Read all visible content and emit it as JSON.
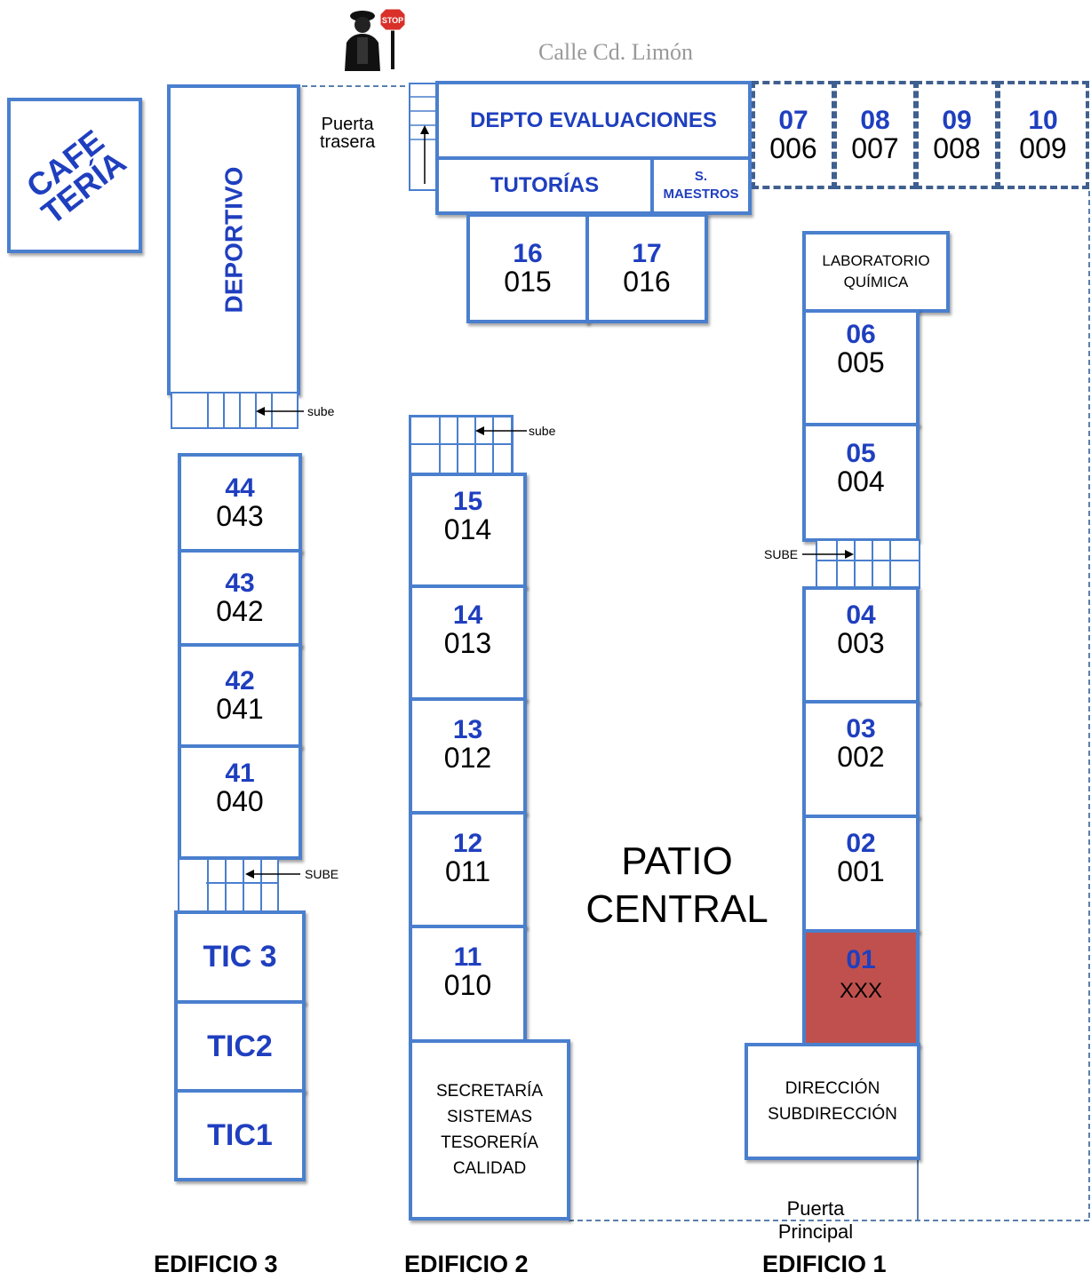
{
  "street": "Calle  Cd. Limón",
  "cafeteria": [
    "CAFE",
    "TERÍA"
  ],
  "deportivo": "DEPORTIVO",
  "back_door": [
    "Puerta",
    "trasera"
  ],
  "depto_evaluaciones": "DEPTO EVALUACIONES",
  "tutorias": "TUTORÍAS",
  "s_maestros": [
    "S.",
    "MAESTROS"
  ],
  "top_rooms": [
    {
      "num": "07",
      "code": "006"
    },
    {
      "num": "08",
      "code": "007"
    },
    {
      "num": "09",
      "code": "008"
    },
    {
      "num": "10",
      "code": "009"
    }
  ],
  "rooms_16_17": [
    {
      "num": "16",
      "code": "015"
    },
    {
      "num": "17",
      "code": "016"
    }
  ],
  "lab": [
    "LABORATORIO",
    "QUÍMICA"
  ],
  "edificio1_rooms": [
    {
      "num": "06",
      "code": "005"
    },
    {
      "num": "05",
      "code": "004"
    },
    {
      "num": "04",
      "code": "003"
    },
    {
      "num": "03",
      "code": "002"
    },
    {
      "num": "02",
      "code": "001"
    },
    {
      "num": "01",
      "code": "XXX"
    }
  ],
  "direccion": [
    "DIRECCIÓN",
    "SUBDIRECCIÓN"
  ],
  "edificio2_rooms": [
    {
      "num": "15",
      "code": "014"
    },
    {
      "num": "14",
      "code": "013"
    },
    {
      "num": "13",
      "code": "012"
    },
    {
      "num": "12",
      "code": "011"
    },
    {
      "num": "11",
      "code": "010"
    }
  ],
  "secretaria": [
    "SECRETARÍA",
    "SISTEMAS",
    "TESORERÍA",
    "CALIDAD"
  ],
  "edificio3_rooms": [
    {
      "num": "44",
      "code": "043"
    },
    {
      "num": "43",
      "code": "042"
    },
    {
      "num": "42",
      "code": "041"
    },
    {
      "num": "41",
      "code": "040"
    }
  ],
  "tic": [
    "TIC 3",
    "TIC2",
    "TIC1"
  ],
  "patio": [
    "PATIO",
    "CENTRAL"
  ],
  "main_door": [
    "Puerta",
    "Principal"
  ],
  "stairs_labels": {
    "deportivo": "sube",
    "edificio2": "sube",
    "edificio1": "SUBE",
    "edificio3": "SUBE"
  },
  "stop_sign": "STOP",
  "buildings": [
    "EDIFICIO  3",
    "EDIFICIO  2",
    "EDIFICIO  1"
  ],
  "colors": {
    "wall": "#4a7fce",
    "room_number": "#1f3fbf",
    "room_01_fill": "#c0504d",
    "dashed": "#3f5f8f"
  }
}
